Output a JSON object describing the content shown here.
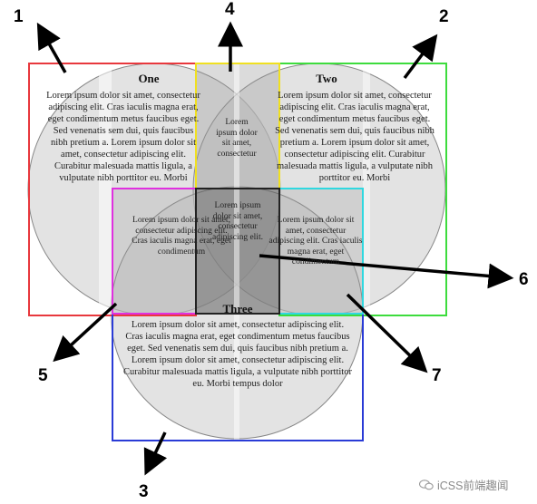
{
  "circles": [
    {
      "title": "One",
      "body": "Lorem ipsum dolor sit amet, consectetur adipiscing elit. Cras iaculis magna erat, eget condimentum metus faucibus eget. Sed venenatis sem dui, quis faucibus nibh pretium a. Lorem ipsum dolor sit amet, consectetur adipiscing elit. Curabitur malesuada mattis ligula, a vulputate nibh porttitor eu. Morbi"
    },
    {
      "title": "Two",
      "body": "Lorem ipsum dolor sit amet, consectetur adipiscing elit. Cras iaculis magna erat, eget condimentum metus faucibus eget. Sed venenatis sem dui, quis faucibus nibh pretium a. Lorem ipsum dolor sit amet, consectetur adipiscing elit. Curabitur malesuada mattis ligula, a vulputate nibh porttitor eu. Morbi"
    },
    {
      "title": "Three",
      "body": "Lorem ipsum dolor sit amet, consectetur adipiscing elit. Cras iaculis magna erat, eget condimentum metus faucibus eget. Sed venenatis sem dui, quis faucibus nibh pretium a. Lorem ipsum dolor sit amet, consectetur adipiscing elit. Curabitur malesuada mattis ligula, a vulputate nibh porttitor eu. Morbi tempus dolor"
    }
  ],
  "overlaps": {
    "one_two": "Lorem ipsum dolor sit amet, consectetur",
    "one_three": "Lorem ipsum dolor sit amet, consectetur adipiscing elit. Cras iaculis magna erat, eget condimentum",
    "two_three": "Lorem ipsum dolor sit amet, consectetur adipiscing elit. Cras iaculis magna erat, eget condimentum",
    "center": "Lorem ipsum dolor sit amet, consectetur adipiscing elit."
  },
  "callouts": [
    "1",
    "2",
    "3",
    "4",
    "5",
    "6",
    "7"
  ],
  "box_colors": {
    "one": "#e8383d",
    "two": "#3ddc3d",
    "three": "#2a3bd6",
    "one_two": "#f0e020",
    "one_three": "#e030e0",
    "two_three": "#30d8e0",
    "center": "#222222"
  },
  "circle_fill": "#cccccc",
  "watermark": "iCSS前端趣闻"
}
